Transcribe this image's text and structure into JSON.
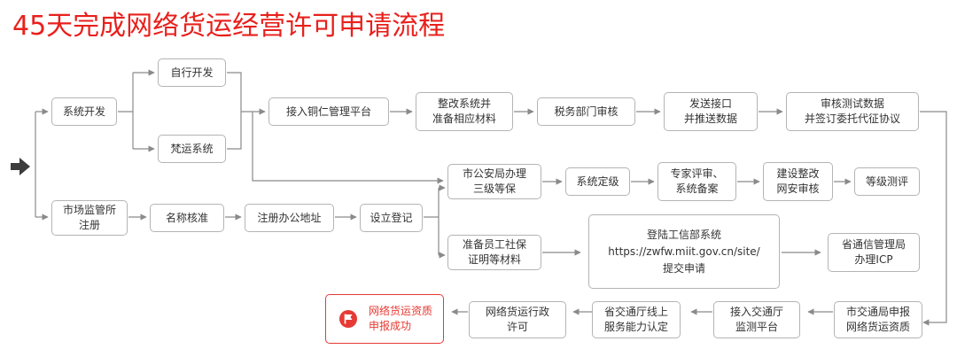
{
  "title": "45天完成网络货运经营许可申请流程",
  "colors": {
    "accent": "#e8201c",
    "line": "#8a8a8a",
    "border": "#b4b4b4"
  },
  "icons": {
    "start": "arrow-right-icon",
    "flag": "flag-icon"
  },
  "nodes": {
    "system_dev": "系统开发",
    "self_dev": "自行开发",
    "fanyun": "梵运系统",
    "market_reg": "市场监管所\n注册",
    "name_check": "名称核准",
    "reg_address": "注册办公地址",
    "establish_reg": "设立登记",
    "tongren_platform": "接入铜仁管理平台",
    "rectify": "整改系统并\n准备相应材料",
    "tax_review": "税务部门审核",
    "send_interface": "发送接口\n并推送数据",
    "review_test": "审核测试数据\n并签订委托代征协议",
    "city_police": "市公安局办理\n三级等保",
    "sys_grading": "系统定级",
    "expert_review": "专家评审、\n系统备案",
    "build_rectify": "建设整改\n网安审核",
    "grade_eval": "等级测评",
    "social_security": "准备员工社保\n证明等材料",
    "miit_login": "登陆工信部系统\nhttps://zwfw.miit.gov.cn/site/\n提交申请",
    "prov_comm": "省通信管理局\n办理ICP",
    "city_transport": "市交通局申报\n网络货运资质",
    "transport_monitor": "接入交通厅\n监测平台",
    "prov_online": "省交通厅线上\n服务能力认定",
    "admin_permit": "网络货运行政\n许可",
    "success": "网络货运资质\n申报成功"
  }
}
